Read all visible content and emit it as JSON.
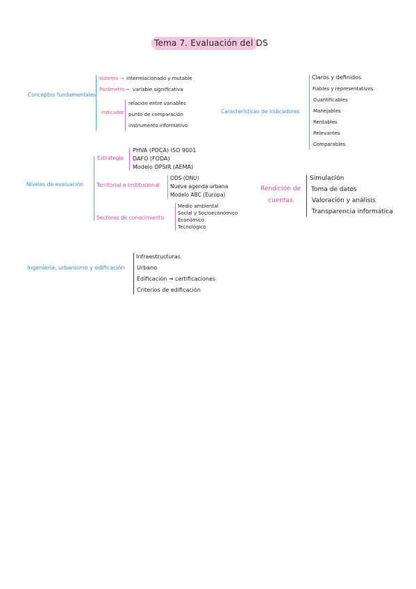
{
  "title": "Tema 7. Evaluación del DS",
  "conceptos": {
    "label": "Conceptos fundamentales",
    "sistema": {
      "label": "Sistema",
      "arrow": "→",
      "value": "interrelacionado y mutable"
    },
    "parametro": {
      "label": "Parámetro",
      "arrow": "→",
      "value": "variable significativa"
    },
    "indicador": {
      "label": "Indicador",
      "items": [
        "relación entre variables",
        "punto de comparación",
        "instrumento informativo"
      ]
    }
  },
  "caracteristicas": {
    "label": "Características de indicadores",
    "items": [
      "Claros y definidos",
      "Fiables y representativos",
      "Cuantificables",
      "Manejables",
      "Rentables",
      "Relevantes",
      "Comparables"
    ]
  },
  "niveles": {
    "label": "Niveles de evaluación",
    "estrategia": {
      "label": "Estrategia",
      "items": [
        "PHVA (PDCA) ISO 9001",
        "DAFO (FODA)",
        "Modelo DPSIR (AEMA)"
      ]
    },
    "territorial": {
      "label": "Territorial e Institucional",
      "items": [
        "ODS (ONU)",
        "Nueva agenda urbana",
        "Modelo ABC (Europa)"
      ]
    },
    "sectores": {
      "label": "Sectores de conocimiento",
      "items": [
        "Medio ambiental",
        "Social y Socioeconómico",
        "Económico",
        "Tecnológico"
      ]
    }
  },
  "rendicion": {
    "label_line1": "Rendición de",
    "label_line2": "cuentas",
    "items": [
      "Simulación",
      "Toma de datos",
      "Valoración y análisis",
      "Transparencia informática"
    ]
  },
  "ingenieria": {
    "label": "Ingeniería, urbanismo y edificación",
    "items": [
      "Infraestructuras",
      "Urbano",
      "Edificación → certificaciones",
      "Criterios de edificación"
    ]
  }
}
